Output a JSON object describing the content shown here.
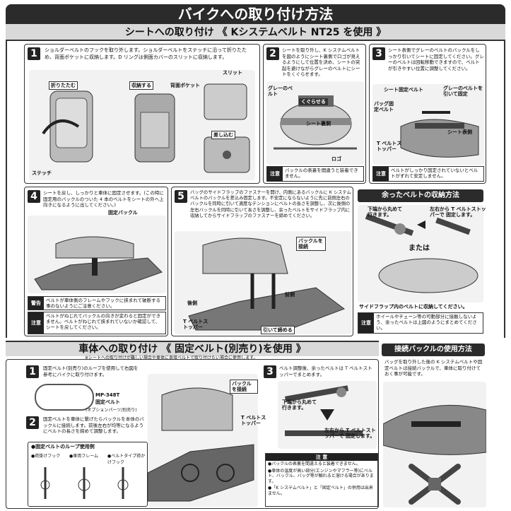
{
  "title": "バイクへの取り付け方法",
  "seat_section": {
    "heading": "シートへの取り付け 《 Kシステムベルト NT25 を使用 》",
    "step1": {
      "num": "1",
      "text": "ショルダーベルトのフックを取り外します。ショルダーベルトをステッチに沿って折りたため、背面ポケットに収納します。D リングは側面カバーのスリットに収納します。",
      "labels": {
        "fold": "折りたたむ",
        "store": "収納する",
        "pocket": "背面ポケット",
        "slit": "スリット",
        "stitch": "ステッチ",
        "insert": "差し込む"
      }
    },
    "step2": {
      "num": "2",
      "text": "シートを取り外し、K システムベルトを図のようにシート裏側で口ゴが見えるようにして位置を決め、シートの突起を避けながらグレーのベルトにシートをくぐらせます。",
      "labels": {
        "gray_belt": "グレーのベルト",
        "pass": "くぐらせる",
        "seat_back": "シート裏側",
        "logo": "ロゴ"
      },
      "caution": "バックルの表裏を間違うと装着できません。"
    },
    "step3": {
      "num": "3",
      "text": "シート表側でグレーのベルトのバックルをしっかり引いてシートに固定してください。グレーのベルトは回転移動できますので、ベルトが引きやすい位置に調整してください。",
      "labels": {
        "seat_belt": "シート固定ベルト",
        "pull": "グレーのベルトを引いて固定",
        "buckle_belt": "バッグ固定ベルト",
        "seat_front": "シート表側",
        "t_stopper": "T ベルトストッパー"
      },
      "caution": "ベルトがしっかり固定されていないとベルトがずれて安定しません。"
    },
    "step4": {
      "num": "4",
      "text": "シートを戻し、しっかりと車体に固定させます。(この時に固定用のバックルのついた 4 本のベルトをシートの外へ上向きになるように出してください。)",
      "labels": {
        "fix_buckle": "固定バックル"
      },
      "warning": "ベルトが車体側のフレームやフックに挟まれて破断する事のないようにご注意ください。",
      "caution": "ベルトがねじれてバックルの向きが変わると固定ができません。ベルトがねじれて挟まれていないか確認して、シートを戻してください。"
    },
    "step5": {
      "num": "5",
      "text": "バッグのサイドフラップのファスナーを開け、内側にあるバックルに K システムベルトのバックルを差込み固定します。不安定にならないように先に前側左右のバックルを同時に引いて適度なテンションにベルトの長さを調整し、次に後側の左右バックルを同時に引いて長さを調整し、余ったベルトをサイドフラップ内に収納してからサイドフラップのファスナーを締めてください。",
      "labels": {
        "connect_buckle": "バックルを接続",
        "front": "前側",
        "rear": "後側",
        "t_stopper": "T ベルトストッパー",
        "pull_tight": "引いて締める"
      }
    },
    "storage": {
      "heading": "余ったベルトの収納方法",
      "fold_under": "下端から丸めて行きます。",
      "stopper_fix": "左右から T ベルトストッパーで 固定します。",
      "or": "または",
      "flap_note": "サイドフラップ内のベルトに収納してください。",
      "caution": "ホイールやチェーン等の可動部分に接触しないよう、余ったベルトは上図のようにまとめてください。"
    }
  },
  "body_section": {
    "heading": "車体への取り付け 《 固定ベルト(別売り)を使用 》",
    "note": "※シートへの取り付けが難しい場合や車体に直接ベルトで取り付けたい場合に使用します。",
    "step1": {
      "num": "1",
      "text": "固定ベルト(別売り)のループを使用して右図を参考にバイクに取り付けます。"
    },
    "product": {
      "model": "MP-348T",
      "name": "固定ベルト",
      "option": "(オプションパーツ/別売り)"
    },
    "step2": {
      "num": "2",
      "text": "固定ベルトを車体に繋げたらバックルを本体のバックルに接続します。前後左右が均等になるようにベルトの長さを締めて調整します。"
    },
    "loop_example": {
      "heading": "●固定ベルトのループ使用例",
      "a": "●荷掛けフック",
      "b": "●車両フレーム",
      "c": "●ベルトタイプ荷かけフック"
    },
    "labels": {
      "connect_buckle": "バックルを接続",
      "t_stopper": "T ベルトストッパー"
    },
    "step3": {
      "num": "3",
      "text": "ベルト調整後、余ったベルトは T ベルトストッパーでまとめます。",
      "fold_under": "下端から丸めて行きます。",
      "stopper_fix": "左右から T ベルトストッパーで 固定します。"
    },
    "caution_heading": "注 意",
    "cautions": [
      "●バックルの表裏を間違えると装着できません。",
      "●車体の温度が高い部分(エンジンやマフラー等)にベルト、バックル、バッグ等が触れると溶ける場合があります。",
      "●「K システムベルト」と「固定ベルト」の併用は出来ません。"
    ]
  },
  "buckle_use": {
    "heading": "接続バックルの使用方法",
    "text": "バッグを取り外した後の K システムベルトや固定ベルトは接続バックルで、車体に取り付けておく事が可能です。"
  },
  "badges": {
    "caution": "注意",
    "warning": "警告"
  }
}
